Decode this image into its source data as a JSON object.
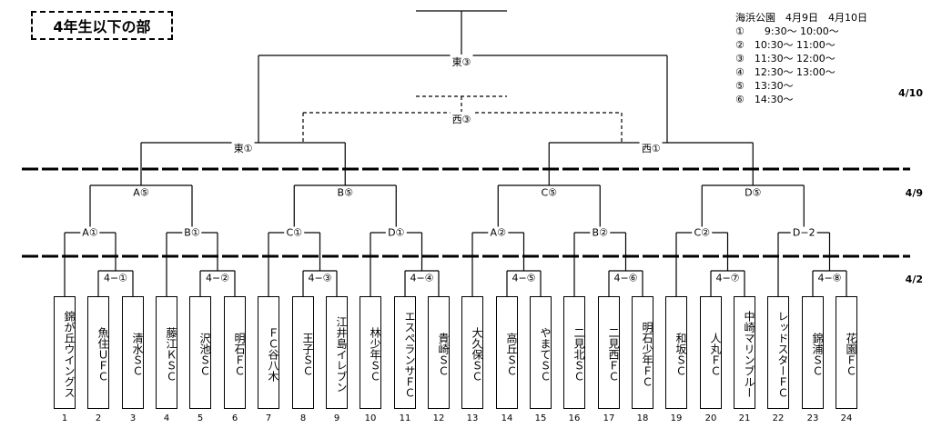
{
  "title": "4年生以下の部",
  "schedule": {
    "header": "海浜公園　4月9日　4月10日",
    "rows": [
      "①　　9:30～ 10:00～",
      "②　10:30～ 11:00～",
      "③　11:30～ 12:00～",
      "④　12:30～ 13:00～",
      "⑤　13:30～",
      "⑥　14:30～"
    ]
  },
  "dates": {
    "d410": "4/10",
    "d49": "4/9",
    "d42": "4/2"
  },
  "teams": [
    "錦が丘ウイングス",
    "魚住ＵＦＣ",
    "清水ＳＣ",
    "藤江ＫＳＣ",
    "沢池ＳＣ",
    "明石ＦＣ",
    "ＦＣ谷八木",
    "王子ＳＣ",
    "江井島イレブン",
    "林少年ＳＣ",
    "エスペランサＦＣ",
    "貴崎ＳＣ",
    "大久保ＳＣ",
    "高丘ＳＣ",
    "やまてＳＣ",
    "二見北ＳＣ",
    "二見西ＦＣ",
    "明石少年ＦＣ",
    "和坂ＳＣ",
    "人丸ＦＣ",
    "中崎マリンブルー",
    "レッドスターＦＣ",
    "錦浦ＳＣ",
    "花園ＦＣ"
  ],
  "numbers": [
    "1",
    "2",
    "3",
    "4",
    "5",
    "6",
    "7",
    "8",
    "9",
    "10",
    "11",
    "12",
    "13",
    "14",
    "15",
    "16",
    "17",
    "18",
    "19",
    "20",
    "21",
    "22",
    "23",
    "24"
  ],
  "match_labels": {
    "r1": [
      "4−①",
      "4−②",
      "4−③",
      "4−④",
      "4−⑤",
      "4−⑥",
      "4−⑦",
      "4−⑧"
    ],
    "r2": [
      "A①",
      "B①",
      "C①",
      "D①",
      "A②",
      "B②",
      "C②",
      "D−2"
    ],
    "r3": [
      "A⑤",
      "B⑤",
      "C⑤",
      "D⑤"
    ],
    "r4": [
      "東①",
      "西①"
    ],
    "final": "東③",
    "third": "西③"
  }
}
